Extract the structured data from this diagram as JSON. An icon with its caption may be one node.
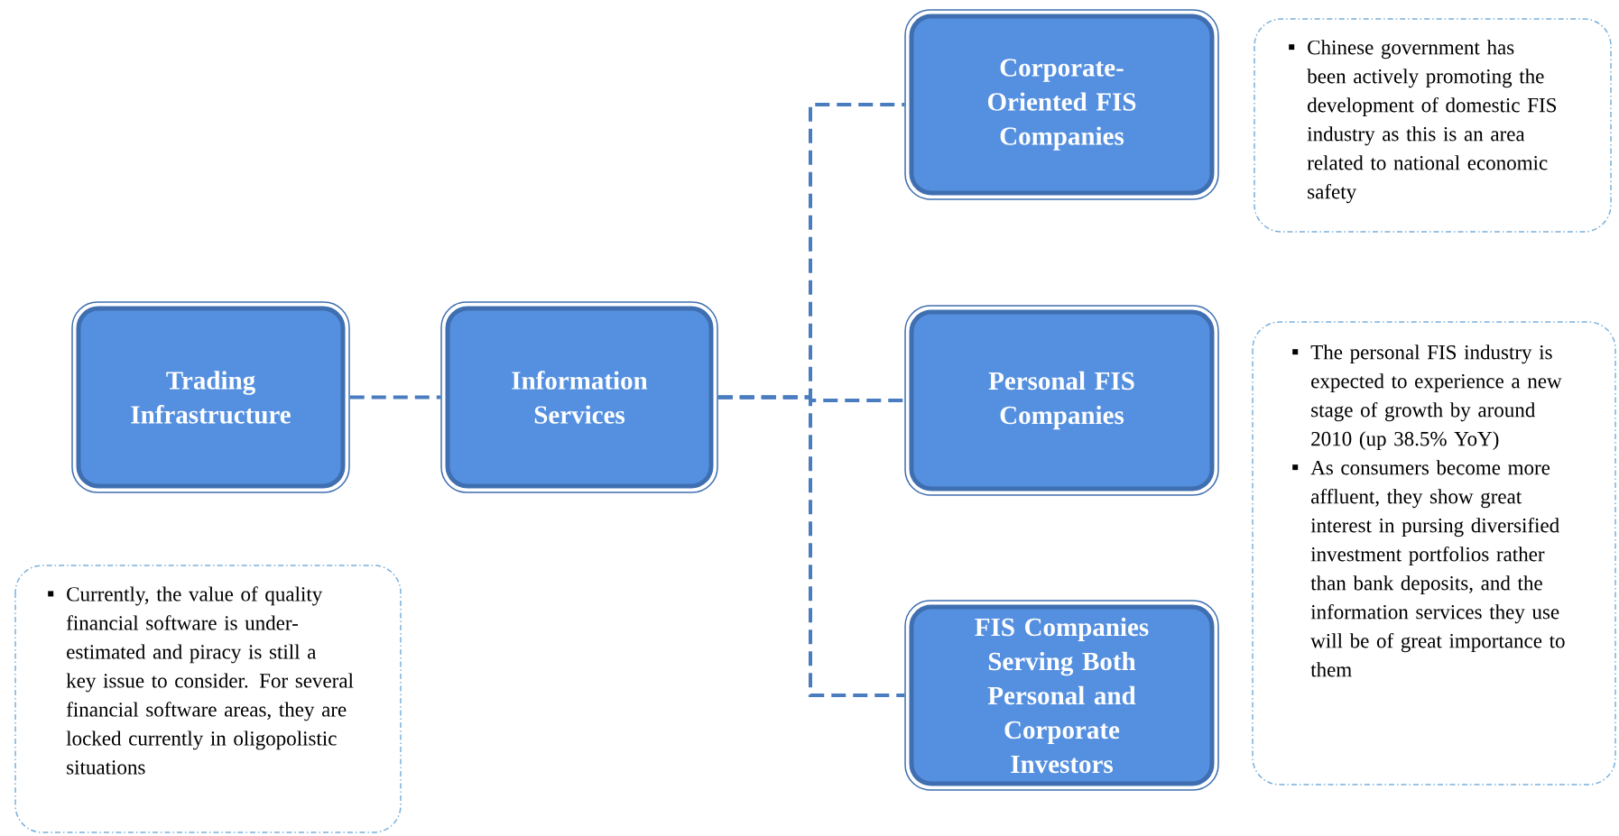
{
  "diagram": {
    "nodes": [
      {
        "text": [
          "Trading Infrastructure"
        ]
      },
      {
        "text": [
          "Information Services"
        ]
      },
      {
        "text": [
          "Corporate-Oriented FIS Companies"
        ]
      },
      {
        "text": [
          "Personal FIS Companies"
        ]
      },
      {
        "text": [
          "FIS Companies Serving Both Personal and Corporate Investors"
        ]
      },
      {
        "text": [
          "Chinese government has been actively promoting the development of domestic FIS industry as this is an area related to national economic safety"
        ]
      },
      {
        "text": [
          "The personal FIS industry is expected to experience a new stage of growth by around 2010 (up 38.5% YoY)",
          "As consumers become more affluent, they show great interest in pursing diversified investment portfolios rather than bank deposits, and the information services they use will be of great importance to them"
        ]
      },
      {
        "text": [
          "Currently, the value of quality financial software is under-estimated and piracy is still a key issue to consider. For several financial software areas, they are locked currently in oligopolistic situations"
        ]
      }
    ],
    "edges": [
      {
        "from": 0,
        "to": 1,
        "arrow": "none",
        "style": "dashed"
      },
      {
        "from": 1,
        "to": 2,
        "arrow": "none",
        "style": "dashed"
      },
      {
        "from": 1,
        "to": 3,
        "arrow": "none",
        "style": "dashed"
      },
      {
        "from": 1,
        "to": 4,
        "arrow": "none",
        "style": "dashed"
      }
    ]
  }
}
